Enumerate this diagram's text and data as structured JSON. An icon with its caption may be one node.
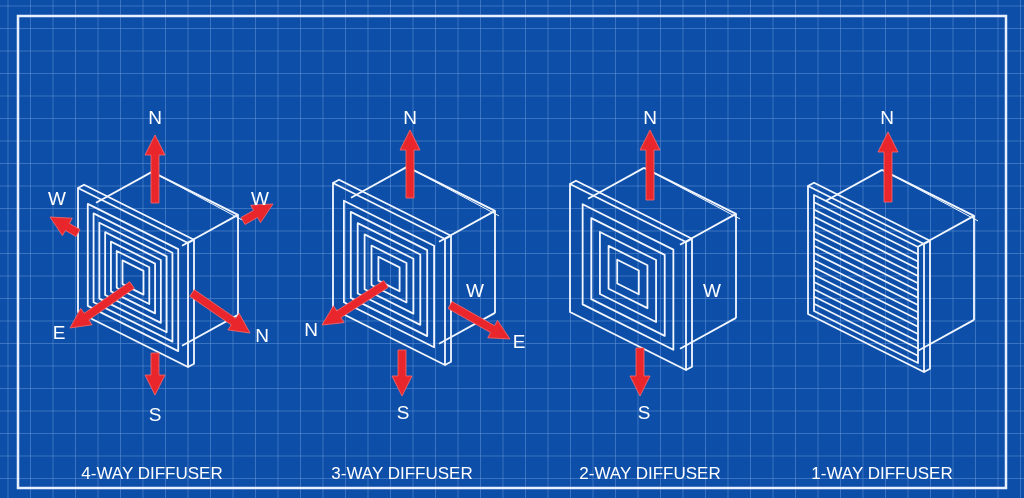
{
  "diagram": {
    "nodes": [
      {
        "text": [],
        "shape": "picture"
      },
      {
        "text": [],
        "shape": "picture"
      },
      {
        "text": [],
        "shape": "picture"
      },
      {
        "text": [],
        "shape": "picture"
      }
    ],
    "edges": [],
    "labels": [
      "N",
      "W",
      "W",
      "E",
      "N",
      "S",
      "N",
      "W",
      "N",
      "E",
      "S",
      "N",
      "W",
      "S",
      "N",
      "4-WAY DIFFUSER",
      "3-WAY DIFFUSER",
      "2-WAY DIFFUSER",
      "1-WAY DIFFUSER"
    ]
  }
}
